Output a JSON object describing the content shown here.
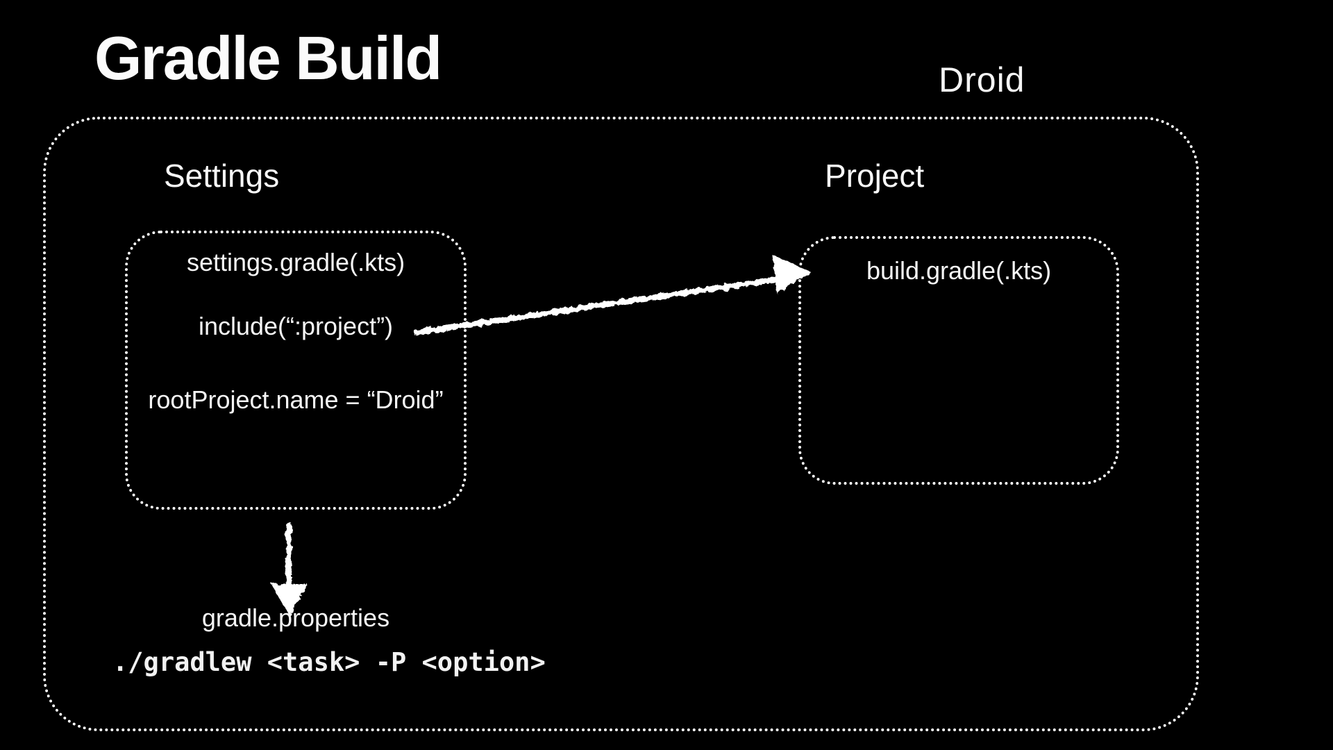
{
  "title": "Gradle Build",
  "corner_label": "Droid",
  "colors": {
    "background": "#000000",
    "foreground": "#ffffff"
  },
  "settings": {
    "label": "Settings",
    "box_lines": [
      "settings.gradle(.kts)",
      "include(“:project”)",
      "rootProject.name = “Droid”"
    ]
  },
  "project": {
    "label": "Project",
    "box_lines": [
      "build.gradle(.kts)"
    ]
  },
  "properties": {
    "file_label": "gradle.properties",
    "command": "./gradlew <task> -P <option>"
  },
  "arrows": [
    {
      "name": "settings-include-to-project-arrow"
    },
    {
      "name": "settings-to-gradle-properties-arrow"
    }
  ]
}
